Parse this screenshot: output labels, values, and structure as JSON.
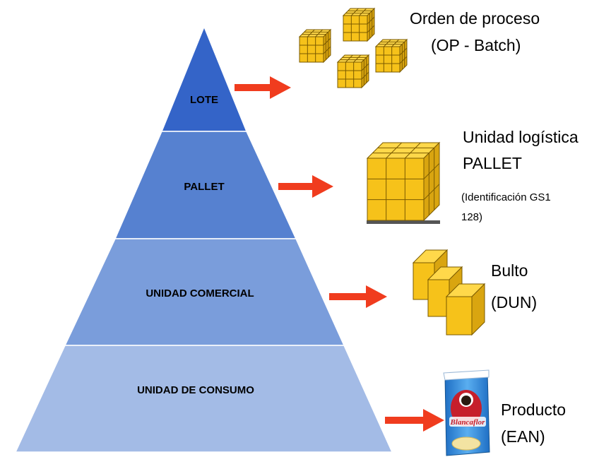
{
  "colors": {
    "tier_lote": "#3464c8",
    "tier_pallet": "#5681d0",
    "tier_comercial": "#7a9ddb",
    "tier_consumo": "#a3bbe6",
    "arrow": "#f03c1e",
    "box_face": "#f6c21a",
    "box_side": "#d9a510",
    "box_top": "#ffd84a",
    "bag": "#2f8fe0"
  },
  "pyramid": {
    "tiers": [
      {
        "label": "LOTE"
      },
      {
        "label": "PALLET"
      },
      {
        "label": "UNIDAD COMERCIAL"
      },
      {
        "label": "UNIDAD DE CONSUMO"
      }
    ]
  },
  "descriptions": {
    "lote": {
      "line1": "Orden de proceso",
      "line2": "(OP - Batch)",
      "icon": "batch-boxes-icon"
    },
    "pallet": {
      "line1": "Unidad logística",
      "line2": "PALLET",
      "note_line1": "(Identificación GS1",
      "note_line2": "128)",
      "icon": "pallet-icon"
    },
    "comercial": {
      "line1": "Bulto",
      "line2": "(DUN)",
      "icon": "carton-boxes-icon"
    },
    "consumo": {
      "line1": "Producto",
      "line2": "(EAN)",
      "icon": "flour-bag-icon",
      "brand": "Blancaflor"
    }
  }
}
